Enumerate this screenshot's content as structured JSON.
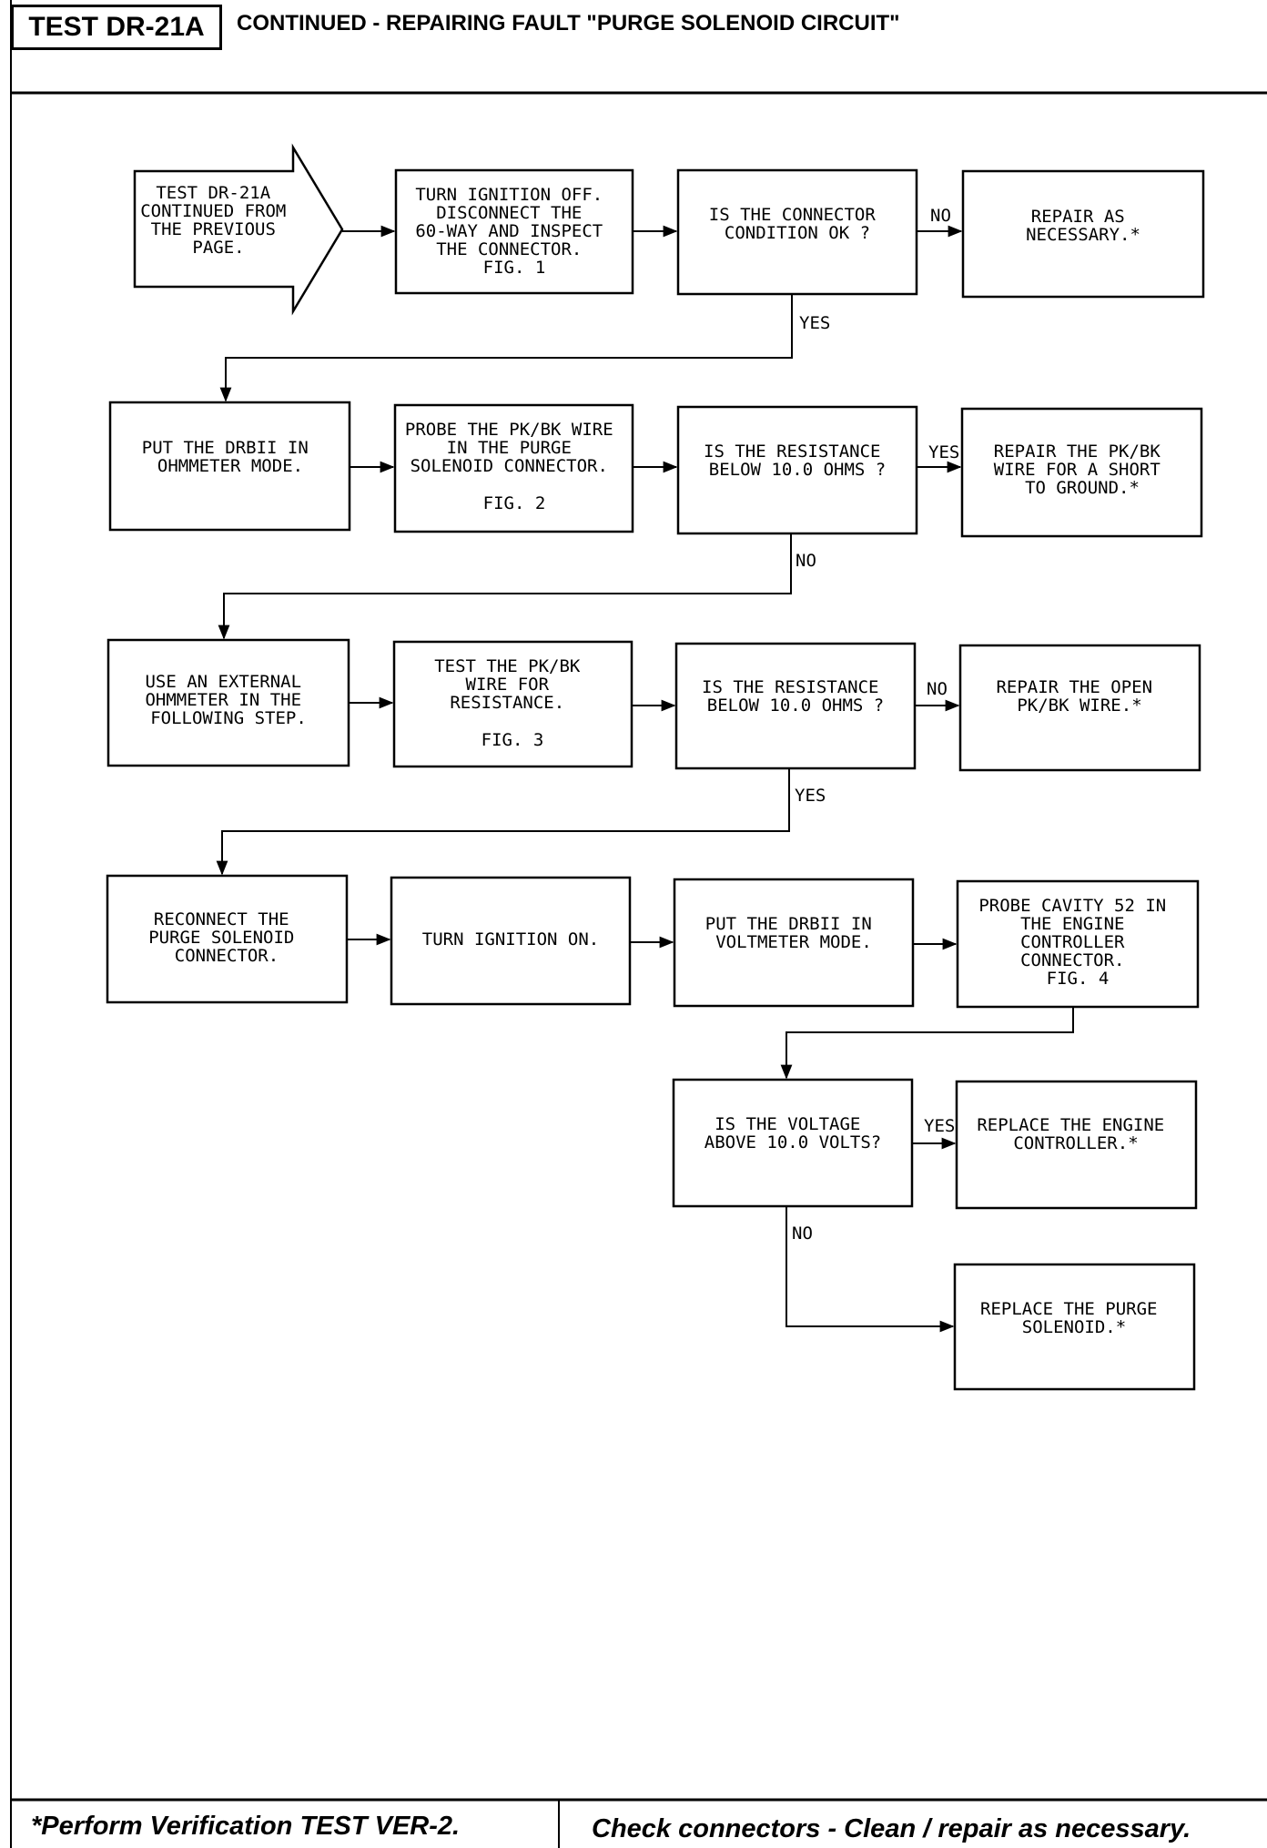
{
  "header": {
    "test_id": "TEST DR-21A",
    "title": "CONTINUED - REPAIRING FAULT \"PURGE SOLENOID CIRCUIT\""
  },
  "footer": {
    "left": "*Perform Verification TEST VER-2.",
    "right": "Check connectors - Clean / repair as necessary."
  },
  "flowchart": {
    "start": [
      "TEST DR-21A",
      "CONTINUED FROM",
      "THE PREVIOUS",
      "PAGE."
    ],
    "row1": {
      "step": [
        "TURN IGNITION OFF.",
        "DISCONNECT THE",
        "60-WAY AND INSPECT",
        "THE CONNECTOR.",
        "FIG. 1"
      ],
      "decision": [
        "IS THE CONNECTOR",
        "CONDITION OK ?"
      ],
      "no_label": "NO",
      "result": [
        "REPAIR AS",
        "NECESSARY.*"
      ],
      "yes_label": "YES"
    },
    "row2": {
      "step1": [
        "PUT THE DRBII IN",
        "OHMMETER MODE."
      ],
      "step2": [
        "PROBE THE PK/BK WIRE",
        "IN THE PURGE",
        "SOLENOID CONNECTOR.",
        "",
        "FIG. 2"
      ],
      "decision": [
        "IS THE RESISTANCE",
        "BELOW 10.0 OHMS ?"
      ],
      "yes_label": "YES",
      "result": [
        "REPAIR THE PK/BK",
        "WIRE FOR A SHORT",
        "TO GROUND.*"
      ],
      "no_label": "NO"
    },
    "row3": {
      "step1": [
        "USE AN EXTERNAL",
        "OHMMETER IN THE",
        "FOLLOWING STEP."
      ],
      "step2": [
        "TEST THE PK/BK",
        "WIRE FOR",
        "RESISTANCE.",
        "",
        "FIG. 3"
      ],
      "decision": [
        "IS THE RESISTANCE",
        "BELOW 10.0 OHMS ?"
      ],
      "no_label": "NO",
      "result": [
        "REPAIR THE OPEN",
        "PK/BK WIRE.*"
      ],
      "yes_label": "YES"
    },
    "row4": {
      "step1": [
        "RECONNECT THE",
        "PURGE SOLENOID",
        "CONNECTOR."
      ],
      "step2": [
        "TURN IGNITION ON."
      ],
      "step3": [
        "PUT THE DRBII IN",
        "VOLTMETER MODE."
      ],
      "step4": [
        "PROBE CAVITY 52 IN",
        "THE ENGINE",
        "CONTROLLER",
        "CONNECTOR.",
        "FIG. 4"
      ]
    },
    "row5": {
      "decision": [
        "IS THE VOLTAGE",
        "ABOVE 10.0 VOLTS?"
      ],
      "yes_label": "YES",
      "result": [
        "REPLACE THE ENGINE",
        "CONTROLLER.*"
      ],
      "no_label": "NO",
      "final": [
        "REPLACE THE PURGE",
        "SOLENOID.*"
      ]
    }
  }
}
